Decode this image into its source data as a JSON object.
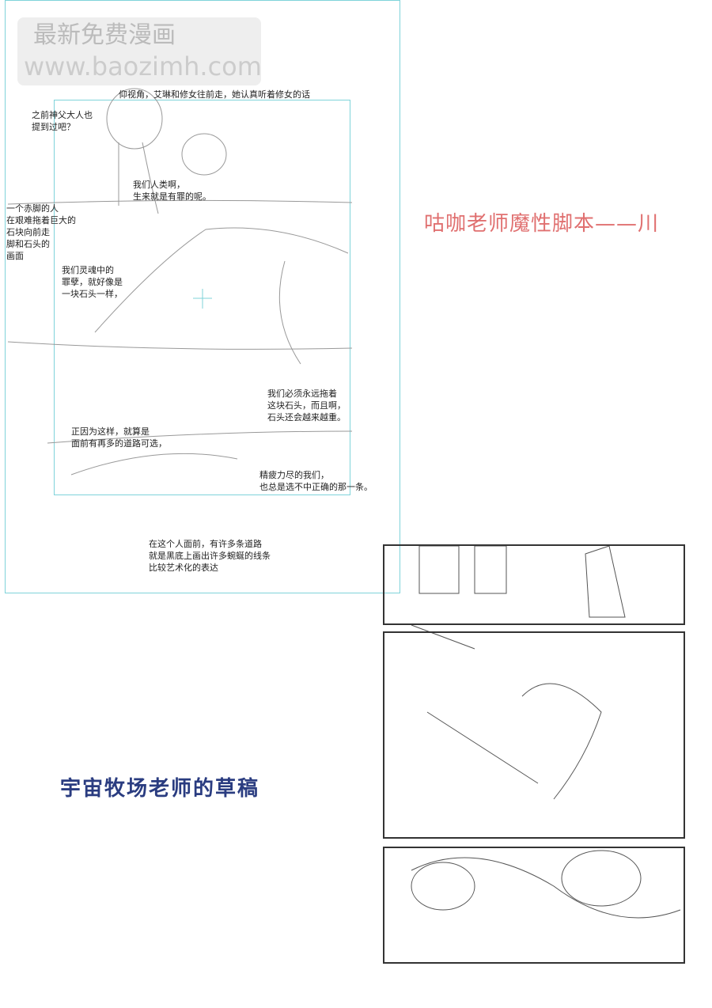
{
  "watermark": {
    "line1": "最新免费漫画",
    "line2": "www.baozimh.com",
    "icon": "pointing-down-hand-icon"
  },
  "script_page": {
    "direction": "仰视角，艾琳和修女往前走，她认真听着修女的话",
    "bubbles": [
      "之前神父大人也\n提到过吧？",
      "我们人类啊，\n生来就是有罪的呢。",
      "我们灵魂中的\n罪孽，就好像是\n一块石头一样，",
      "我们必须永远拖着\n这块石头，而且啊，\n石头还会越来越重。",
      "正因为这样，就算是\n面前有再多的道路可选，",
      "精疲力尽的我们，\n也总是选不中正确的那一条。"
    ],
    "side_note": "一个赤脚的人\n在艰难拖着巨大的\n石块向前走\n脚和石头的\n画面",
    "bottom_note": "在这个人面前，有许多条道路\n就是黑底上画出许多蜿蜒的线条\n比较艺术化的表达"
  },
  "captions": {
    "red": "咕咖老师魔性脚本——川",
    "blue": "宇宙牧场老师的草稿"
  },
  "colors": {
    "guide": "#7fd3da",
    "red": "#e07070",
    "blue": "#2a3c80"
  }
}
